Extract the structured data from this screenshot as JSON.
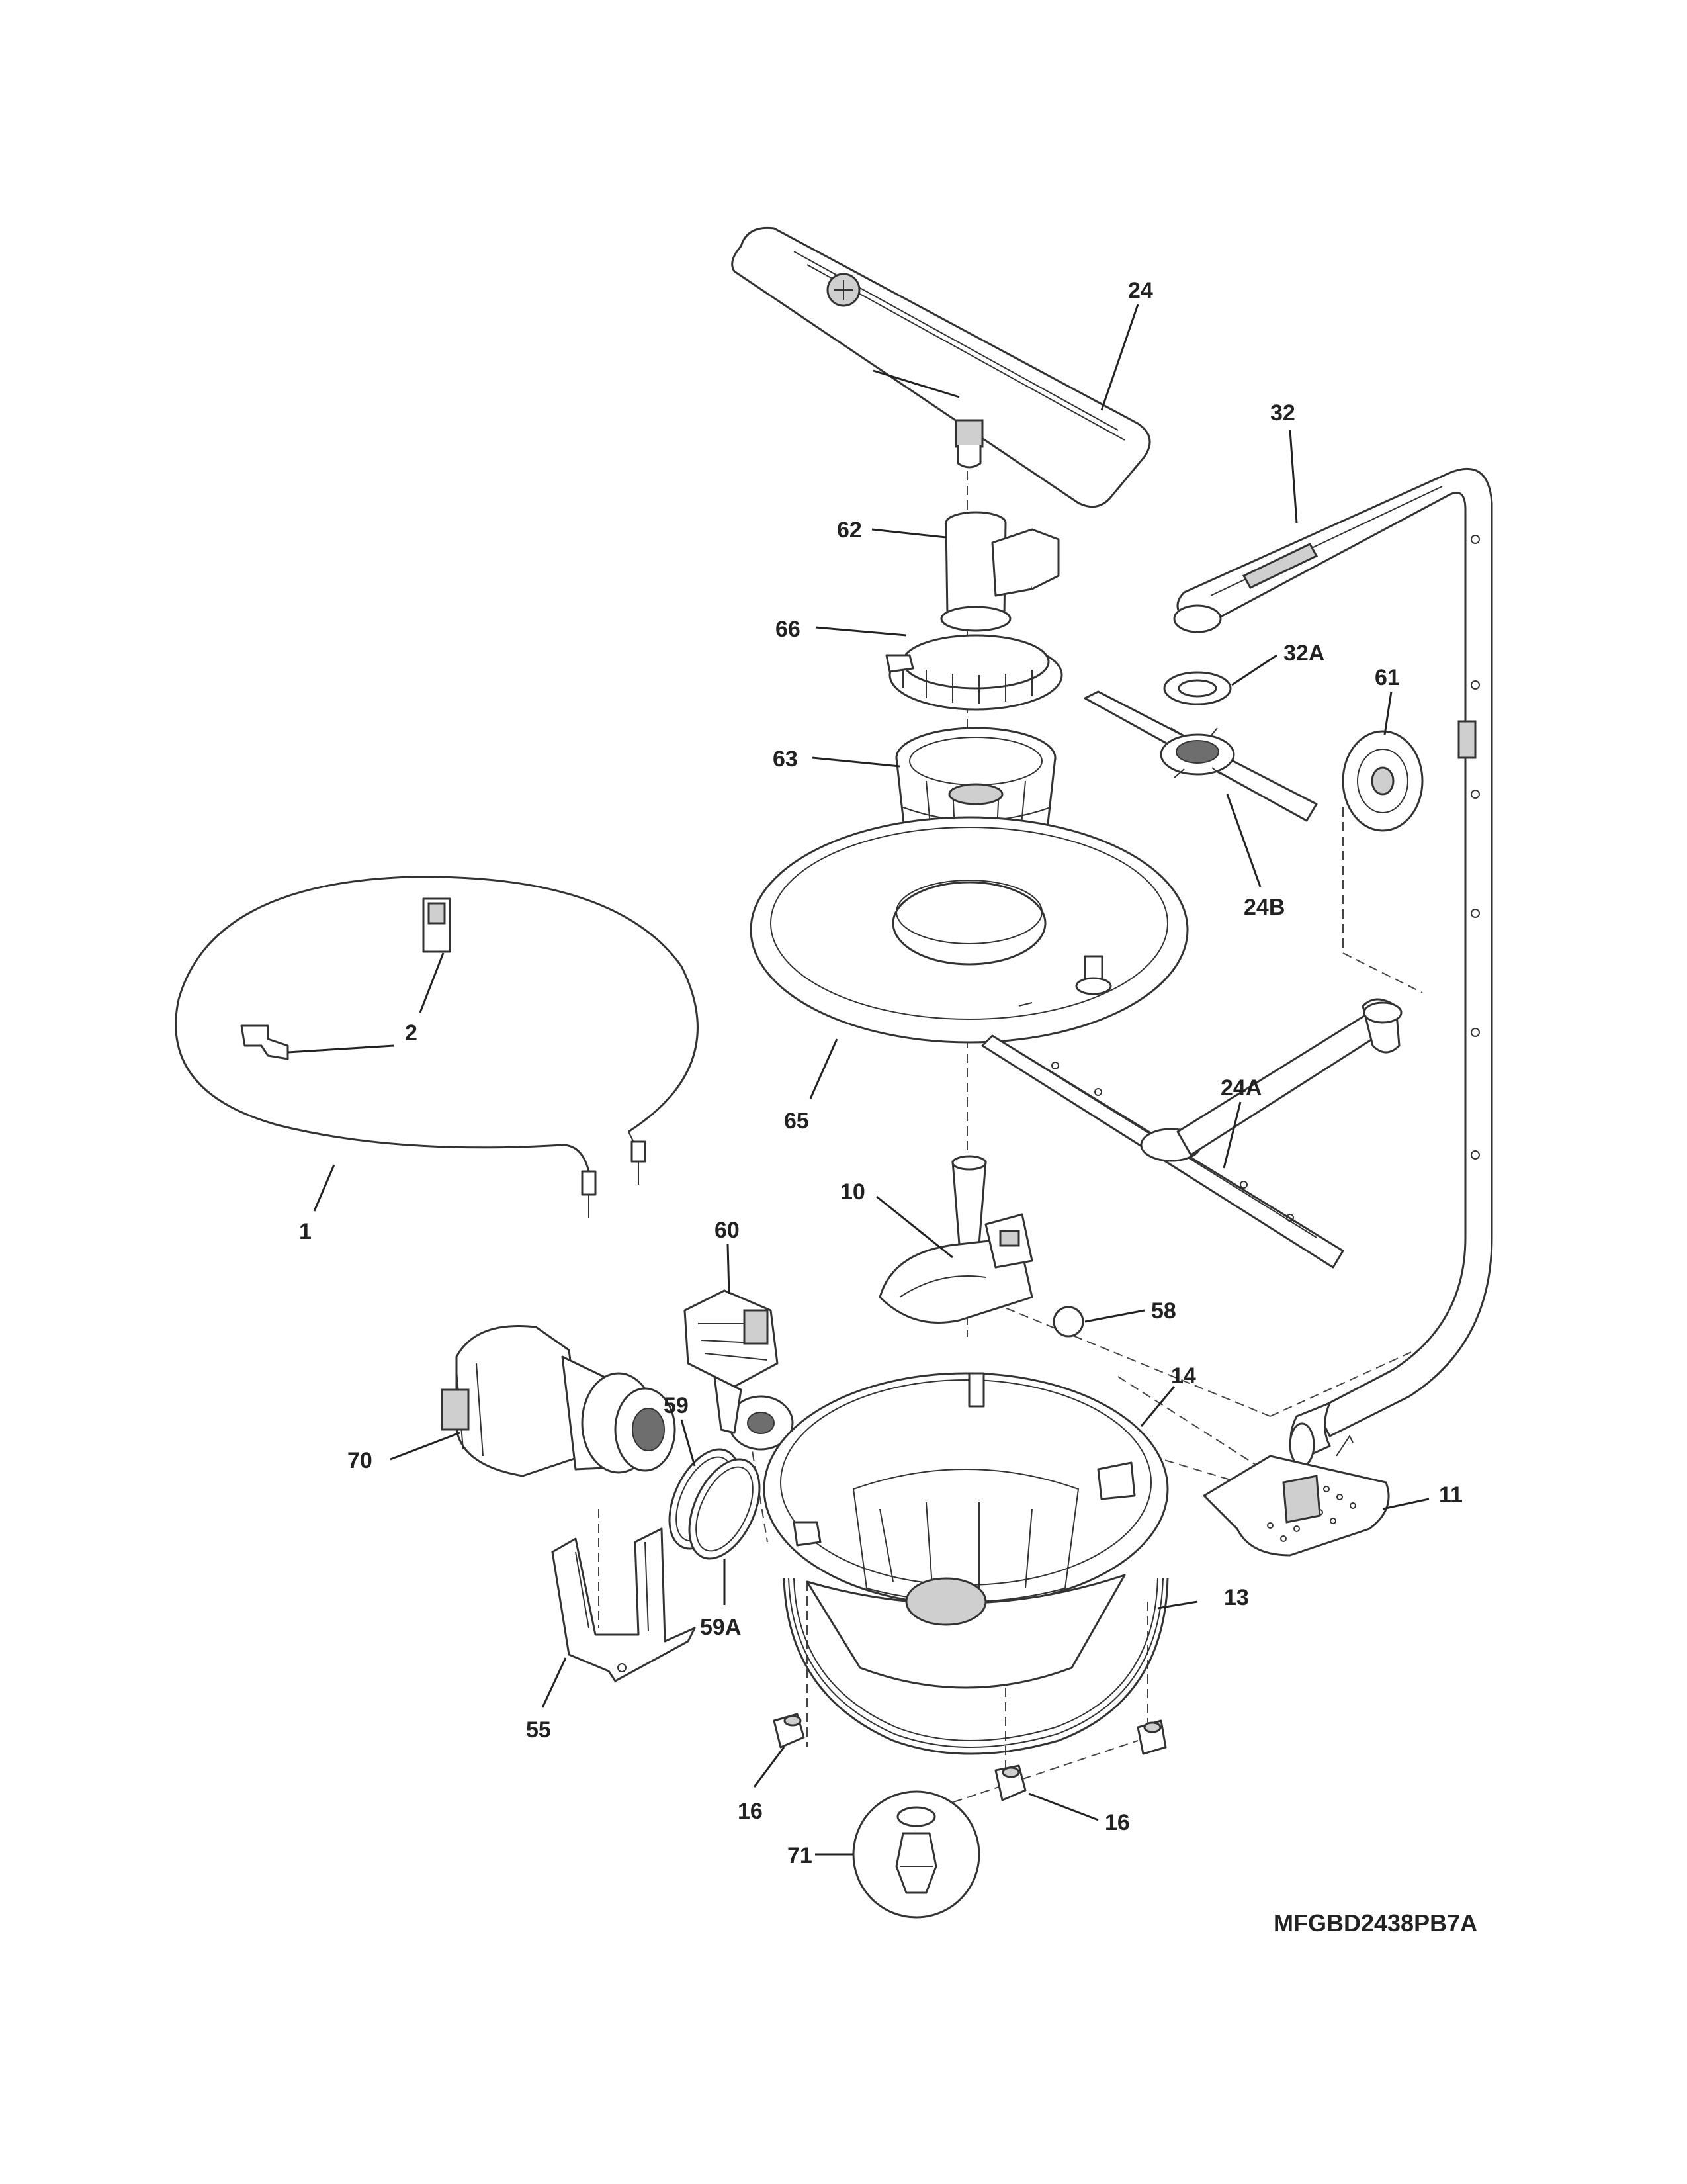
{
  "diagram_code": "MFGBD2438PB7A",
  "callouts": {
    "c24": "24",
    "c32": "32",
    "c62": "62",
    "c66": "66",
    "c32A": "32A",
    "c61": "61",
    "c63": "63",
    "c24B": "24B",
    "c2": "2",
    "c65": "65",
    "c24A": "24A",
    "c1": "1",
    "c10": "10",
    "c60": "60",
    "c58": "58",
    "c14": "14",
    "c59": "59",
    "c70": "70",
    "c11": "11",
    "c13": "13",
    "c59A": "59A",
    "c55": "55",
    "c16a": "16",
    "c16b": "16",
    "c71": "71"
  }
}
